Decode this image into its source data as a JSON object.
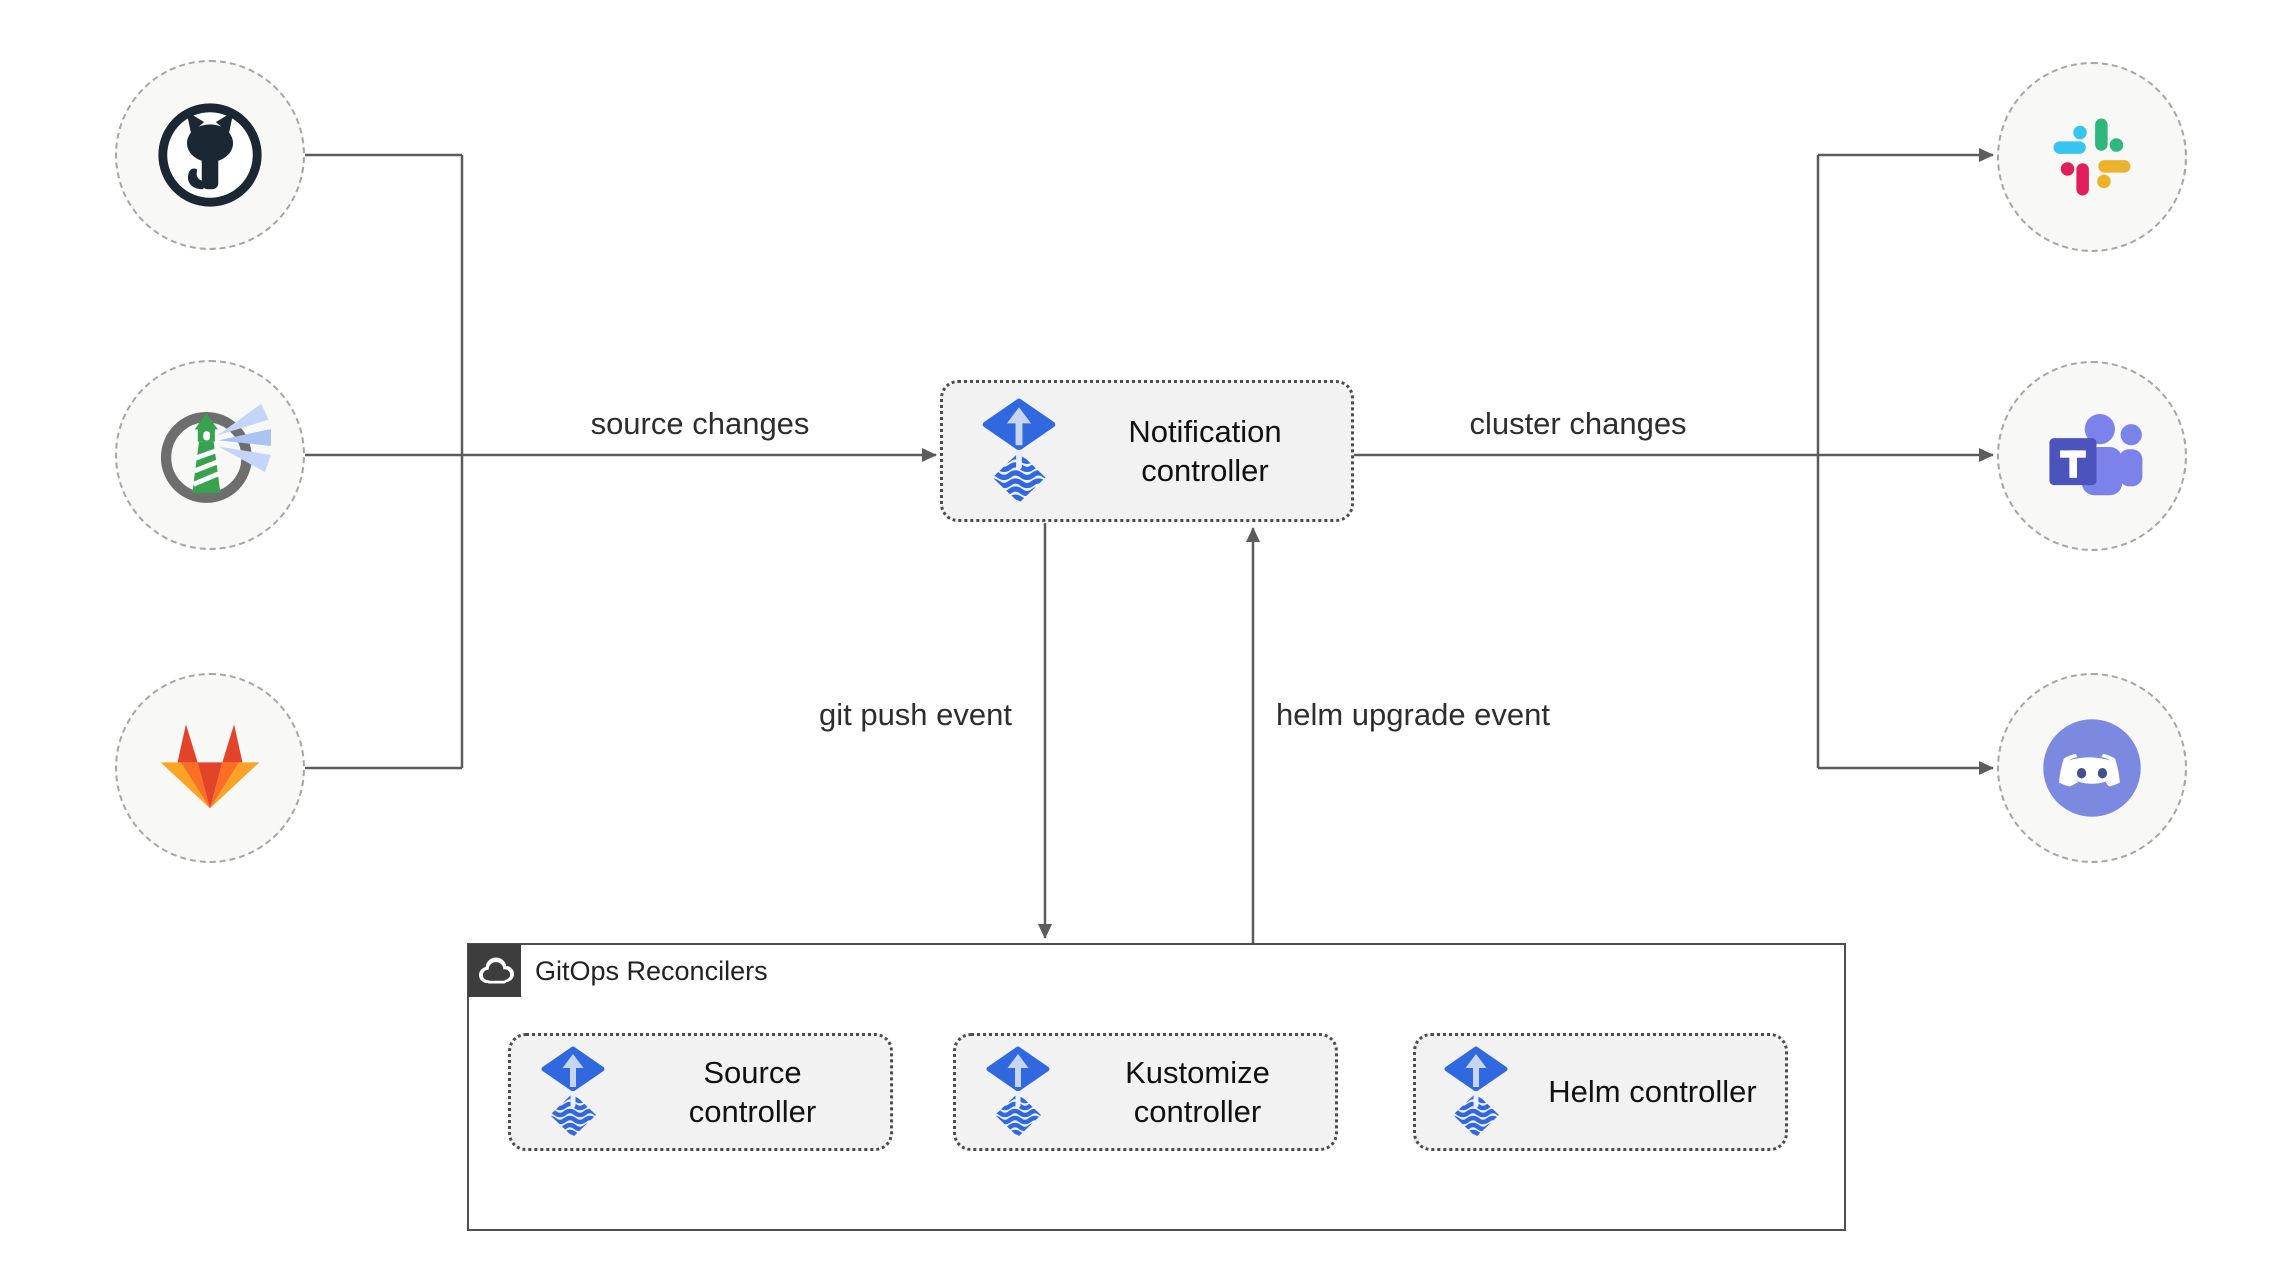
{
  "diagram": {
    "group": {
      "title": "GitOps Reconcilers",
      "icon": "cloud-icon"
    },
    "nodes": {
      "notification": {
        "label": "Notification controller",
        "icon": "flux-icon"
      },
      "source": {
        "label": "Source controller",
        "icon": "flux-icon"
      },
      "kustomize": {
        "label": "Kustomize controller",
        "icon": "flux-icon"
      },
      "helm": {
        "label": "Helm controller",
        "icon": "flux-icon"
      }
    },
    "edges": {
      "source_changes": {
        "label": "source changes"
      },
      "cluster_changes": {
        "label": "cluster changes"
      },
      "git_push_event": {
        "label": "git push event"
      },
      "helm_upgrade_event": {
        "label": "helm upgrade event"
      }
    },
    "providers": {
      "inputs": [
        {
          "icon": "github-icon"
        },
        {
          "icon": "harbor-lighthouse-icon"
        },
        {
          "icon": "gitlab-icon"
        }
      ],
      "outputs": [
        {
          "icon": "slack-icon"
        },
        {
          "icon": "microsoft-teams-icon"
        },
        {
          "icon": "discord-icon"
        }
      ]
    },
    "colors": {
      "wire": "#5c5c5c",
      "node_fill": "#f2f2f2",
      "circle_fill": "#f8f8f6",
      "flux_blue": "#3068df",
      "flux_light_arrow": "#c6d5f2",
      "github_ink": "#1c2734",
      "harbor_green": "#39a24e",
      "harbor_ring_gray": "#6e6e6e",
      "gitlab_dark_orange": "#e24329",
      "gitlab_orange": "#fc6d26",
      "gitlab_yellow": "#fca326",
      "slack_blue": "#36c5f0",
      "slack_green": "#2eb67d",
      "slack_yellow": "#ecb22e",
      "slack_red": "#e01e5a",
      "teams_purple": "#4b53bc",
      "teams_light_purple": "#7b83eb",
      "discord_blurple": "#7b89e0",
      "badge_dark": "#3d3d3d"
    }
  }
}
